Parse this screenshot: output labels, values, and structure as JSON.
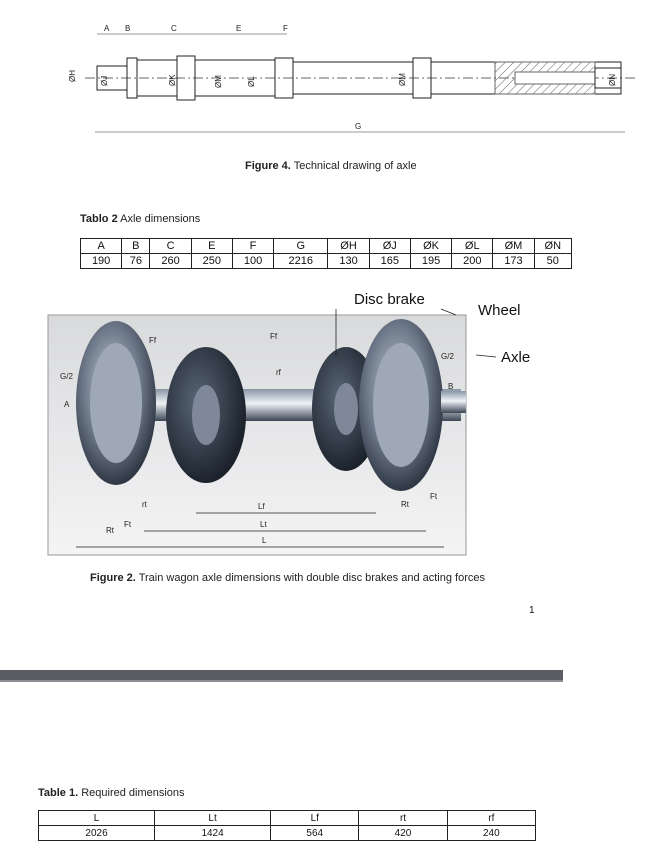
{
  "figure4": {
    "caption_label": "Figure 4.",
    "caption_text": " Technical drawing of axle",
    "dim_labels": [
      "A",
      "B",
      "C",
      "E",
      "F",
      "G",
      "ØH",
      "ØJ",
      "ØK",
      "ØM",
      "ØL",
      "ØM",
      "ØN"
    ]
  },
  "table2": {
    "caption_label": "Tablo 2",
    "caption_text": " Axle dimensions",
    "headers": [
      "A",
      "B",
      "C",
      "E",
      "F",
      "G",
      "ØH",
      "ØJ",
      "ØK",
      "ØL",
      "ØM",
      "ØN"
    ],
    "values": [
      "190",
      "76",
      "260",
      "250",
      "100",
      "2216",
      "130",
      "165",
      "195",
      "200",
      "173",
      "50"
    ]
  },
  "figure2": {
    "callouts": {
      "disc_brake": "Disc brake",
      "wheel": "Wheel",
      "axle": "Axle"
    },
    "labels": [
      "Ff",
      "Ff",
      "G/2",
      "G/2",
      "A",
      "B",
      "rf",
      "rt",
      "Rt",
      "Ft",
      "Rt",
      "Ft",
      "Lf",
      "Lt",
      "L"
    ],
    "caption_label": "Figure 2.",
    "caption_text": "  Train wagon axle dimensions with double disc brakes and acting forces"
  },
  "page_number": "1",
  "table1": {
    "caption_label": "Table 1.",
    "caption_text": " Required dimensions",
    "headers": [
      "L",
      "Lt",
      "Lf",
      "rt",
      "rf"
    ],
    "values": [
      "2026",
      "1424",
      "564",
      "420",
      "240"
    ]
  }
}
